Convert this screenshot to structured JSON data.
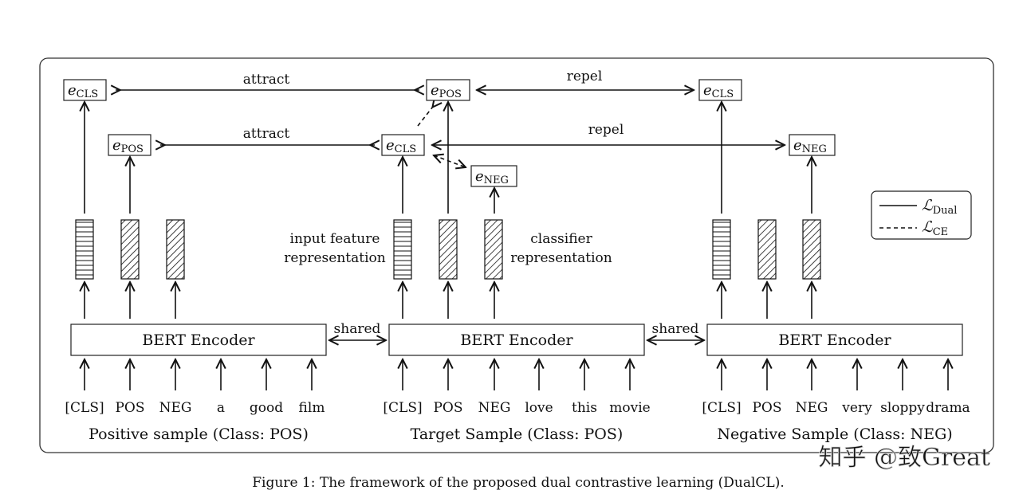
{
  "samples": [
    {
      "caption": "Positive sample (Class: POS)",
      "encoder_label": "BERT Encoder",
      "tokens": [
        "[CLS]",
        "POS",
        "NEG",
        "a",
        "good",
        "film"
      ]
    },
    {
      "caption": "Target Sample (Class: POS)",
      "encoder_label": "BERT Encoder",
      "tokens": [
        "[CLS]",
        "POS",
        "NEG",
        "love",
        "this",
        "movie"
      ]
    },
    {
      "caption": "Negative Sample (Class: NEG)",
      "encoder_label": "BERT Encoder",
      "tokens": [
        "[CLS]",
        "POS",
        "NEG",
        "very",
        "sloppy",
        "drama"
      ]
    }
  ],
  "shared_labels": [
    "shared",
    "shared"
  ],
  "relations": {
    "attract_top": "attract",
    "attract_mid": "attract",
    "repel_top": "repel",
    "repel_mid": "repel"
  },
  "embeddings": {
    "e_main": "e",
    "sub_cls": "CLS",
    "sub_pos": "POS",
    "sub_neg": "NEG"
  },
  "annotations": {
    "input_feature": [
      "input feature",
      "representation"
    ],
    "classifier": [
      "classifier",
      "representation"
    ]
  },
  "legend": {
    "symbol": "ℒ",
    "dual_sub": "Dual",
    "ce_sub": "CE"
  },
  "figure_caption": "Figure 1: The framework of the proposed dual contrastive learning (DualCL).",
  "watermark": "知乎 @致Great"
}
